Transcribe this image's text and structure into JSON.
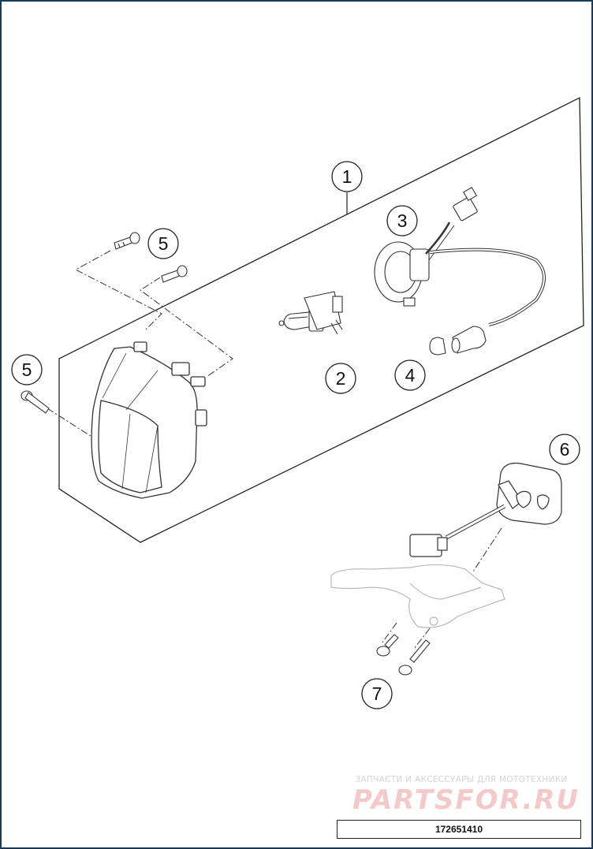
{
  "callouts": {
    "c1": "1",
    "c2": "2",
    "c3": "3",
    "c4": "4",
    "c5a": "5",
    "c5b": "5",
    "c6": "6",
    "c7": "7"
  },
  "watermark": {
    "caption": "ЗАПЧАСТИ И АКСЕССУАРЫ ДЛЯ МОТОТЕХНИКИ",
    "logo": "PARTSFOR.RU"
  },
  "part_number": "172651410",
  "colors": {
    "frame": "#1a3a5c",
    "line": "#333333",
    "watermark_logo": "#f4c9c9",
    "watermark_text": "#d3d3d3"
  }
}
